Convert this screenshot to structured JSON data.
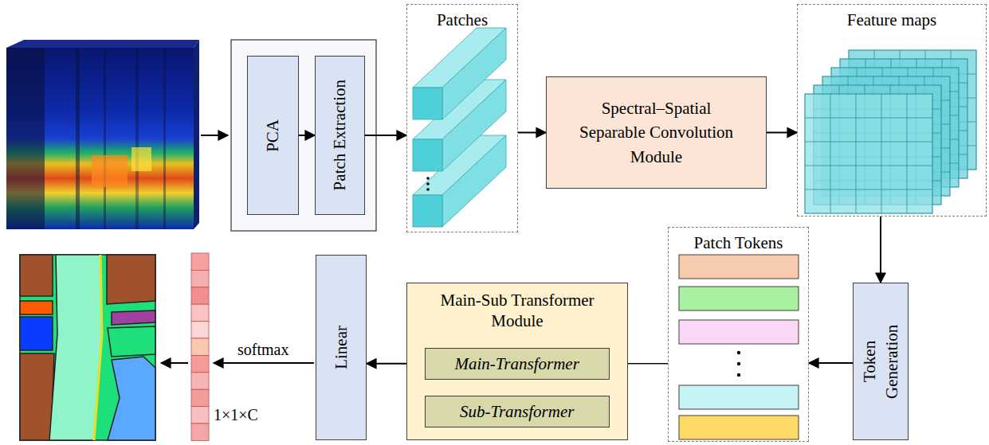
{
  "diagram": {
    "nodes": [
      {
        "text": [
          "PCA"
        ]
      },
      {
        "text": [
          "Patch Extraction"
        ]
      },
      {
        "text": [
          "Patches"
        ]
      },
      {
        "text": [
          "Spectral–Spatial Separable Convolution Module"
        ]
      },
      {
        "text": [
          "Feature maps"
        ]
      },
      {
        "text": [
          "Token Generation"
        ]
      },
      {
        "text": [
          "Patch Tokens"
        ]
      },
      {
        "text": [
          "Main-Sub Transformer Module"
        ]
      },
      {
        "text": [
          "Main-Transformer"
        ],
        "in": 7
      },
      {
        "text": [
          "Sub-Transformer"
        ],
        "in": 7
      },
      {
        "text": [
          "Linear"
        ]
      }
    ],
    "edges": [
      {
        "from": 0,
        "to": 1,
        "arrow": "to"
      },
      {
        "from": 1,
        "to": 2,
        "arrow": "to"
      },
      {
        "from": 2,
        "to": 3,
        "arrow": "to"
      },
      {
        "from": 3,
        "to": 4,
        "arrow": "to"
      },
      {
        "from": 4,
        "to": 5,
        "arrow": "to"
      },
      {
        "from": 5,
        "to": 6,
        "arrow": "to"
      },
      {
        "from": 6,
        "to": 8,
        "arrow": "to"
      },
      {
        "from": 6,
        "to": 9,
        "arrow": "to"
      },
      {
        "from": 9,
        "to": 8,
        "arrow": "to"
      },
      {
        "from": 8,
        "to": 10,
        "arrow": "to"
      }
    ],
    "labels": [
      "softmax",
      "1×1×C"
    ]
  }
}
